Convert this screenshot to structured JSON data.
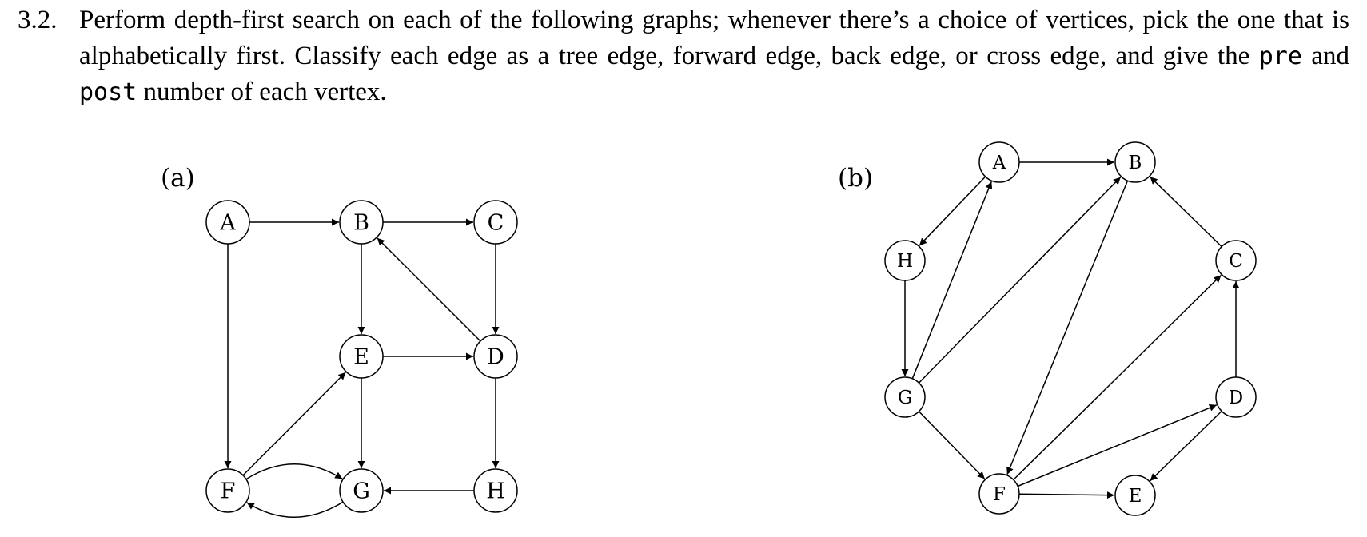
{
  "problem": {
    "number": "3.2.",
    "text_1": "Perform depth-first search on each of the following graphs; whenever there’s a choice of vertices, pick the one that is alphabetically first. Classify each edge as a tree edge, forward edge, back edge, or cross edge, and give the ",
    "code_pre": "pre",
    "text_and": " and ",
    "code_post": "post",
    "text_2": " number of each vertex."
  },
  "graph_a": {
    "label": "(a)",
    "nodes": [
      "A",
      "B",
      "C",
      "D",
      "E",
      "F",
      "G",
      "H"
    ],
    "edges": [
      [
        "A",
        "B"
      ],
      [
        "B",
        "C"
      ],
      [
        "A",
        "F"
      ],
      [
        "B",
        "E"
      ],
      [
        "C",
        "D"
      ],
      [
        "D",
        "B"
      ],
      [
        "E",
        "D"
      ],
      [
        "E",
        "G"
      ],
      [
        "F",
        "E"
      ],
      [
        "F",
        "G"
      ],
      [
        "G",
        "F"
      ],
      [
        "D",
        "H"
      ],
      [
        "H",
        "G"
      ]
    ]
  },
  "graph_b": {
    "label": "(b)",
    "nodes": [
      "A",
      "B",
      "C",
      "D",
      "E",
      "F",
      "G",
      "H"
    ],
    "edges": [
      [
        "A",
        "B"
      ],
      [
        "A",
        "H"
      ],
      [
        "H",
        "G"
      ],
      [
        "G",
        "A"
      ],
      [
        "G",
        "B"
      ],
      [
        "G",
        "F"
      ],
      [
        "B",
        "F"
      ],
      [
        "C",
        "B"
      ],
      [
        "F",
        "C"
      ],
      [
        "D",
        "C"
      ],
      [
        "F",
        "D"
      ],
      [
        "D",
        "E"
      ],
      [
        "F",
        "E"
      ]
    ]
  }
}
